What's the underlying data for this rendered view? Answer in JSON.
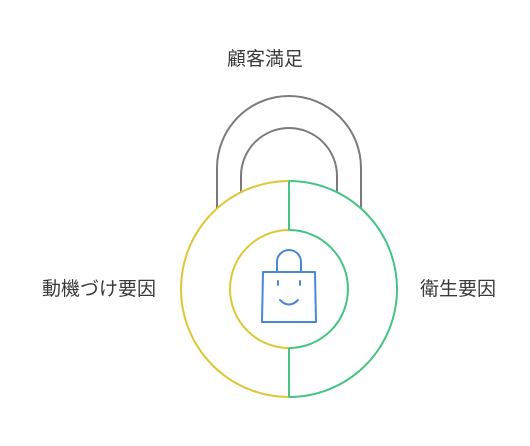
{
  "title": "顧客満足",
  "segments": [
    {
      "label": "動機づけ要因",
      "color": "#dcc736"
    },
    {
      "label": "衛生要因",
      "color": "#45c484"
    }
  ],
  "shackle_color": "#7b7b7b",
  "icon": {
    "name": "shopping-bag-smile-icon",
    "color": "#4a86d9"
  }
}
